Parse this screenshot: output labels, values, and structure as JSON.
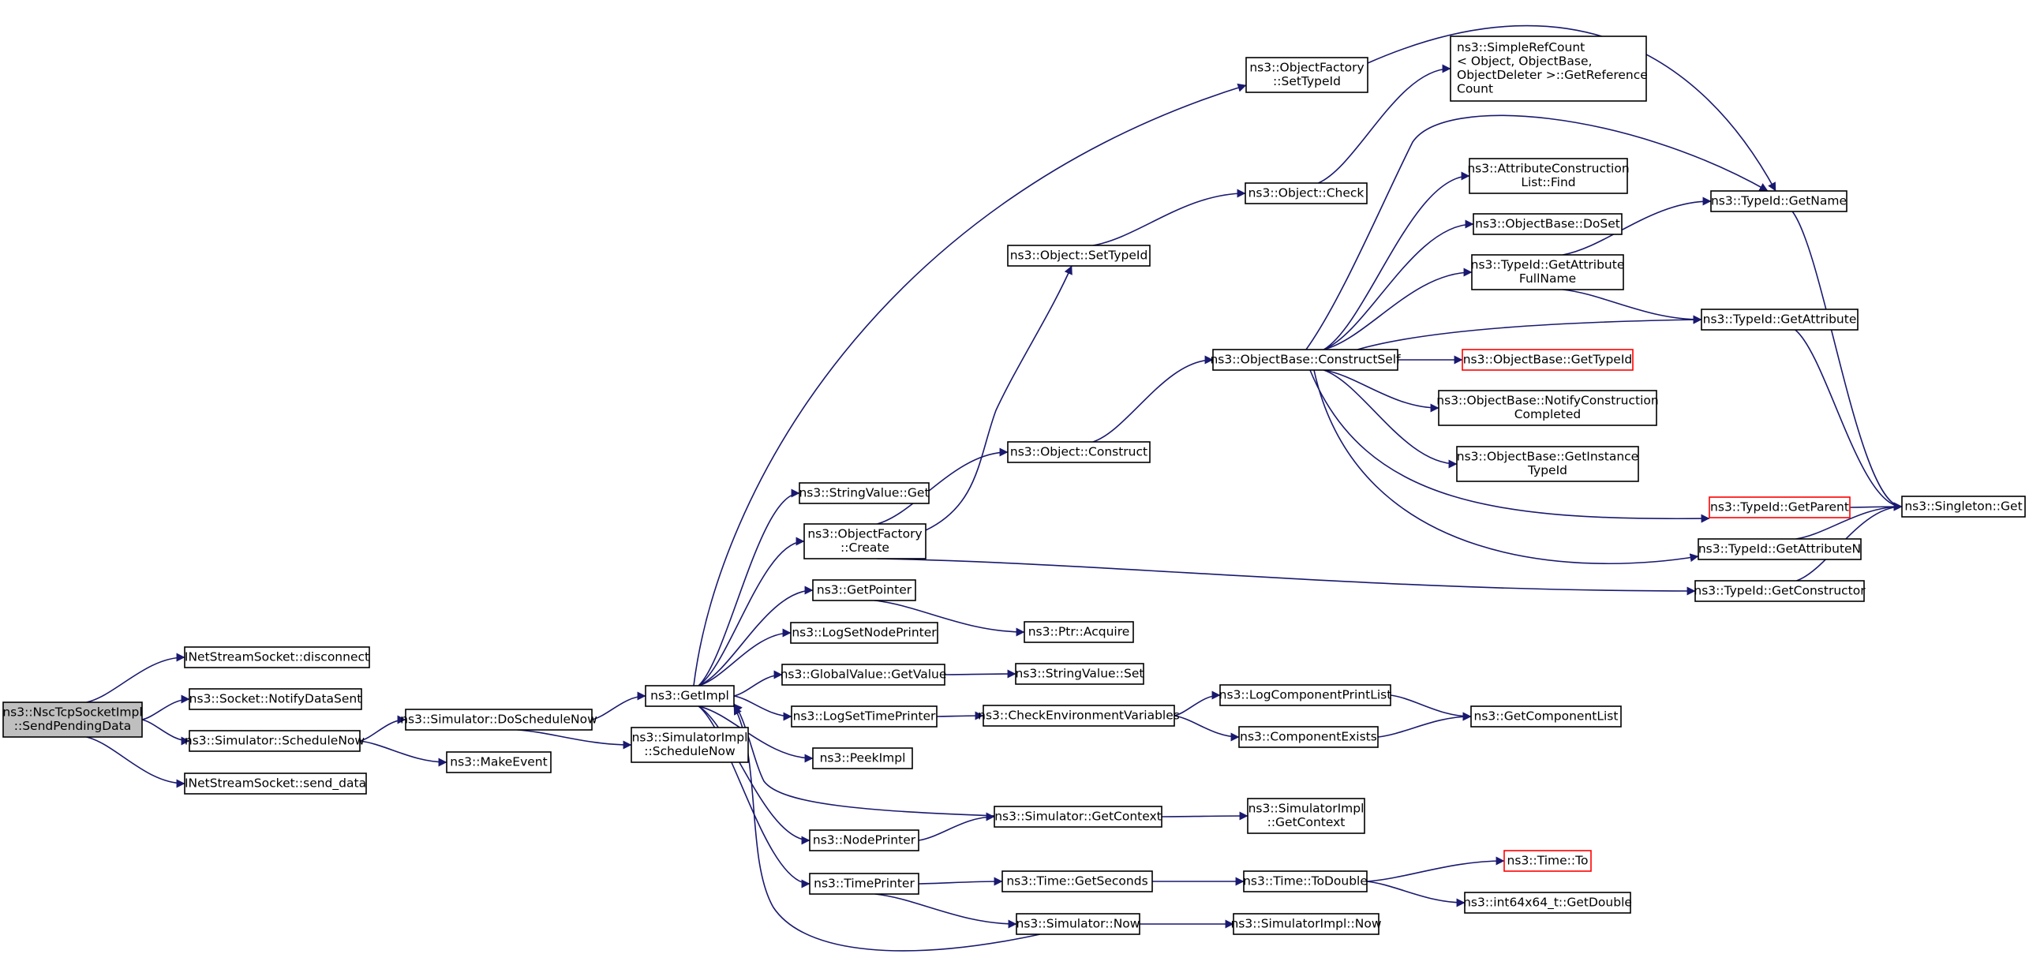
{
  "nodes": [
    {
      "id": "root",
      "lines": [
        "ns3::NscTcpSocketImpl",
        "::SendPendingData"
      ],
      "style": "root"
    },
    {
      "id": "disconnect",
      "lines": [
        "INetStreamSocket::disconnect"
      ]
    },
    {
      "id": "notifydatasent",
      "lines": [
        "ns3::Socket::NotifyDataSent"
      ]
    },
    {
      "id": "schedulenow",
      "lines": [
        "ns3::Simulator::ScheduleNow"
      ]
    },
    {
      "id": "senddata",
      "lines": [
        "INetStreamSocket::send_data"
      ]
    },
    {
      "id": "doschedulenow",
      "lines": [
        "ns3::Simulator::DoScheduleNow"
      ]
    },
    {
      "id": "makeevent",
      "lines": [
        "ns3::MakeEvent"
      ]
    },
    {
      "id": "getimpl",
      "lines": [
        "ns3::GetImpl"
      ]
    },
    {
      "id": "simimplschedulenow",
      "lines": [
        "ns3::SimulatorImpl",
        "::ScheduleNow"
      ]
    },
    {
      "id": "stringvalueget",
      "lines": [
        "ns3::StringValue::Get"
      ]
    },
    {
      "id": "ofcreate",
      "lines": [
        "ns3::ObjectFactory",
        "::Create"
      ]
    },
    {
      "id": "getpointer",
      "lines": [
        "ns3::GetPointer"
      ]
    },
    {
      "id": "logsetnodeprinter",
      "lines": [
        "ns3::LogSetNodePrinter"
      ]
    },
    {
      "id": "globalvaluegetvalue",
      "lines": [
        "ns3::GlobalValue::GetValue"
      ]
    },
    {
      "id": "logsettimeprinter",
      "lines": [
        "ns3::LogSetTimePrinter"
      ]
    },
    {
      "id": "peekimpl",
      "lines": [
        "ns3::PeekImpl"
      ]
    },
    {
      "id": "nodeprinter",
      "lines": [
        "ns3::NodePrinter"
      ]
    },
    {
      "id": "timeprinter",
      "lines": [
        "ns3::TimePrinter"
      ]
    },
    {
      "id": "ofsettypeid",
      "lines": [
        "ns3::ObjectFactory",
        "::SetTypeId"
      ]
    },
    {
      "id": "objectsettypeid",
      "lines": [
        "ns3::Object::SetTypeId"
      ]
    },
    {
      "id": "objectconstruct",
      "lines": [
        "ns3::Object::Construct"
      ]
    },
    {
      "id": "ptracquire",
      "lines": [
        "ns3::Ptr::Acquire"
      ]
    },
    {
      "id": "stringvalueset",
      "lines": [
        "ns3::StringValue::Set"
      ]
    },
    {
      "id": "checkenv",
      "lines": [
        "ns3::CheckEnvironmentVariables"
      ]
    },
    {
      "id": "simgetcontext",
      "lines": [
        "ns3::Simulator::GetContext"
      ]
    },
    {
      "id": "timegetseconds",
      "lines": [
        "ns3::Time::GetSeconds"
      ]
    },
    {
      "id": "simnow",
      "lines": [
        "ns3::Simulator::Now"
      ]
    },
    {
      "id": "objectcheck",
      "lines": [
        "ns3::Object::Check"
      ]
    },
    {
      "id": "constructself",
      "lines": [
        "ns3::ObjectBase::ConstructSelf"
      ]
    },
    {
      "id": "logcomponentprintlist",
      "lines": [
        "ns3::LogComponentPrintList"
      ]
    },
    {
      "id": "componentexists",
      "lines": [
        "ns3::ComponentExists"
      ]
    },
    {
      "id": "simimplgetcontext",
      "lines": [
        "ns3::SimulatorImpl",
        "::GetContext"
      ]
    },
    {
      "id": "timetodouble",
      "lines": [
        "ns3::Time::ToDouble"
      ]
    },
    {
      "id": "simimplnow",
      "lines": [
        "ns3::SimulatorImpl::Now"
      ]
    },
    {
      "id": "simplerefcount",
      "lines": [
        "ns3::SimpleRefCount",
        "< Object, ObjectBase,",
        " ObjectDeleter >::GetReference",
        "Count"
      ],
      "align": "left"
    },
    {
      "id": "attrconstructionfind",
      "lines": [
        "ns3::AttributeConstruction",
        "List::Find"
      ]
    },
    {
      "id": "objectbasedoset",
      "lines": [
        "ns3::ObjectBase::DoSet"
      ]
    },
    {
      "id": "getattributefullname",
      "lines": [
        "ns3::TypeId::GetAttribute",
        "FullName"
      ]
    },
    {
      "id": "objectbasegettypeid",
      "lines": [
        "ns3::ObjectBase::GetTypeId"
      ],
      "style": "trunc"
    },
    {
      "id": "notifyconstructioncompleted",
      "lines": [
        "ns3::ObjectBase::NotifyConstruction",
        "Completed"
      ]
    },
    {
      "id": "getinstancetypeid",
      "lines": [
        "ns3::ObjectBase::GetInstance",
        "TypeId"
      ]
    },
    {
      "id": "getcomponentlist",
      "lines": [
        "ns3::GetComponentList"
      ]
    },
    {
      "id": "timeto",
      "lines": [
        "ns3::Time::To"
      ],
      "style": "trunc"
    },
    {
      "id": "int64getdouble",
      "lines": [
        "ns3::int64x64_t::GetDouble"
      ]
    },
    {
      "id": "typeidgetname",
      "lines": [
        "ns3::TypeId::GetName"
      ]
    },
    {
      "id": "typeidgetattribute",
      "lines": [
        "ns3::TypeId::GetAttribute"
      ]
    },
    {
      "id": "typeidgetparent",
      "lines": [
        "ns3::TypeId::GetParent"
      ],
      "style": "trunc"
    },
    {
      "id": "typeidgetattributen",
      "lines": [
        "ns3::TypeId::GetAttributeN"
      ]
    },
    {
      "id": "typeidgetconstructor",
      "lines": [
        "ns3::TypeId::GetConstructor"
      ]
    },
    {
      "id": "singletonget",
      "lines": [
        "ns3::Singleton::Get"
      ]
    }
  ],
  "edges": [
    {
      "from": "root",
      "to": "disconnect"
    },
    {
      "from": "root",
      "to": "notifydatasent"
    },
    {
      "from": "root",
      "to": "schedulenow"
    },
    {
      "from": "root",
      "to": "senddata"
    },
    {
      "from": "schedulenow",
      "to": "doschedulenow"
    },
    {
      "from": "schedulenow",
      "to": "makeevent"
    },
    {
      "from": "doschedulenow",
      "to": "getimpl"
    },
    {
      "from": "doschedulenow",
      "to": "simimplschedulenow"
    },
    {
      "from": "getimpl",
      "to": "ofsettypeid"
    },
    {
      "from": "getimpl",
      "to": "stringvalueget"
    },
    {
      "from": "getimpl",
      "to": "ofcreate"
    },
    {
      "from": "getimpl",
      "to": "getpointer"
    },
    {
      "from": "getimpl",
      "to": "logsetnodeprinter"
    },
    {
      "from": "getimpl",
      "to": "globalvaluegetvalue"
    },
    {
      "from": "getimpl",
      "to": "logsettimeprinter"
    },
    {
      "from": "getimpl",
      "to": "peekimpl"
    },
    {
      "from": "getimpl",
      "to": "nodeprinter"
    },
    {
      "from": "getimpl",
      "to": "timeprinter"
    },
    {
      "from": "ofcreate",
      "to": "objectsettypeid"
    },
    {
      "from": "ofcreate",
      "to": "objectconstruct"
    },
    {
      "from": "ofcreate",
      "to": "typeidgetconstructor"
    },
    {
      "from": "getpointer",
      "to": "ptracquire"
    },
    {
      "from": "globalvaluegetvalue",
      "to": "stringvalueset"
    },
    {
      "from": "logsettimeprinter",
      "to": "checkenv"
    },
    {
      "from": "nodeprinter",
      "to": "simgetcontext"
    },
    {
      "from": "timeprinter",
      "to": "timegetseconds"
    },
    {
      "from": "timeprinter",
      "to": "simnow"
    },
    {
      "from": "simgetcontext",
      "to": "getimpl"
    },
    {
      "from": "simgetcontext",
      "to": "simimplgetcontext"
    },
    {
      "from": "simnow",
      "to": "getimpl"
    },
    {
      "from": "simnow",
      "to": "simimplnow"
    },
    {
      "from": "timegetseconds",
      "to": "timetodouble"
    },
    {
      "from": "timetodouble",
      "to": "timeto"
    },
    {
      "from": "timetodouble",
      "to": "int64getdouble"
    },
    {
      "from": "checkenv",
      "to": "logcomponentprintlist"
    },
    {
      "from": "checkenv",
      "to": "componentexists"
    },
    {
      "from": "logcomponentprintlist",
      "to": "getcomponentlist"
    },
    {
      "from": "componentexists",
      "to": "getcomponentlist"
    },
    {
      "from": "objectsettypeid",
      "to": "objectcheck"
    },
    {
      "from": "objectcheck",
      "to": "simplerefcount"
    },
    {
      "from": "objectconstruct",
      "to": "constructself"
    },
    {
      "from": "constructself",
      "to": "typeidgetname"
    },
    {
      "from": "constructself",
      "to": "attrconstructionfind"
    },
    {
      "from": "constructself",
      "to": "objectbasedoset"
    },
    {
      "from": "constructself",
      "to": "getattributefullname"
    },
    {
      "from": "constructself",
      "to": "typeidgetattribute"
    },
    {
      "from": "constructself",
      "to": "objectbasegettypeid"
    },
    {
      "from": "constructself",
      "to": "notifyconstructioncompleted"
    },
    {
      "from": "constructself",
      "to": "getinstancetypeid"
    },
    {
      "from": "constructself",
      "to": "typeidgetparent"
    },
    {
      "from": "constructself",
      "to": "typeidgetattributen"
    },
    {
      "from": "ofsettypeid",
      "to": "typeidgetname"
    },
    {
      "from": "getattributefullname",
      "to": "typeidgetname"
    },
    {
      "from": "getattributefullname",
      "to": "typeidgetattribute"
    },
    {
      "from": "typeidgetname",
      "to": "singletonget"
    },
    {
      "from": "typeidgetattribute",
      "to": "singletonget"
    },
    {
      "from": "typeidgetparent",
      "to": "singletonget"
    },
    {
      "from": "typeidgetattributen",
      "to": "singletonget"
    },
    {
      "from": "typeidgetconstructor",
      "to": "singletonget"
    }
  ]
}
